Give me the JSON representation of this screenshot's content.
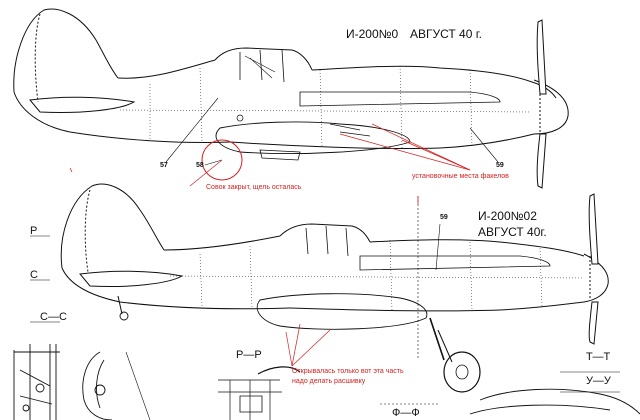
{
  "drawing": {
    "top_aircraft": {
      "model": "И-200№0",
      "date": "АВГУСТ 40 г."
    },
    "bottom_aircraft": {
      "model": "И-200№02",
      "date": "АВГУСТ 40г."
    },
    "callouts": [
      "57",
      "58",
      "59",
      "59"
    ],
    "section_markers": [
      "Р",
      "С",
      "С—С",
      "Р—Р",
      "Т—Т",
      "У—У",
      "Ф—Ф"
    ],
    "annotations": {
      "scoop_note": "Совок закрыт, щель осталась",
      "exhaust_note": "установочные места факелов",
      "opening_note_line1": "Открывалась только вот эта часть",
      "opening_note_line2": "надо делать расшивку"
    },
    "colors": {
      "ink": "#111111",
      "annotation": "#d42020"
    }
  }
}
